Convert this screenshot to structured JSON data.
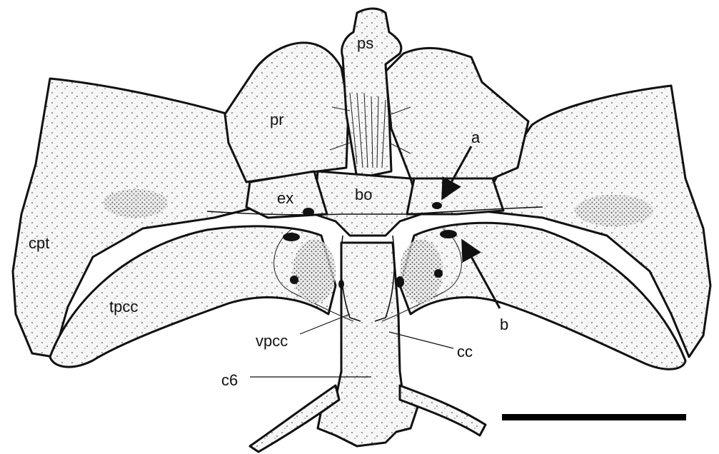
{
  "figure": {
    "labels": {
      "ps": "ps",
      "pr": "pr",
      "a": "a",
      "ex": "ex",
      "bo": "bo",
      "cpt": "cpt",
      "tpcc": "tpcc",
      "b": "b",
      "vpcc": "vpcc",
      "cc": "cc",
      "c6": "c6"
    }
  }
}
